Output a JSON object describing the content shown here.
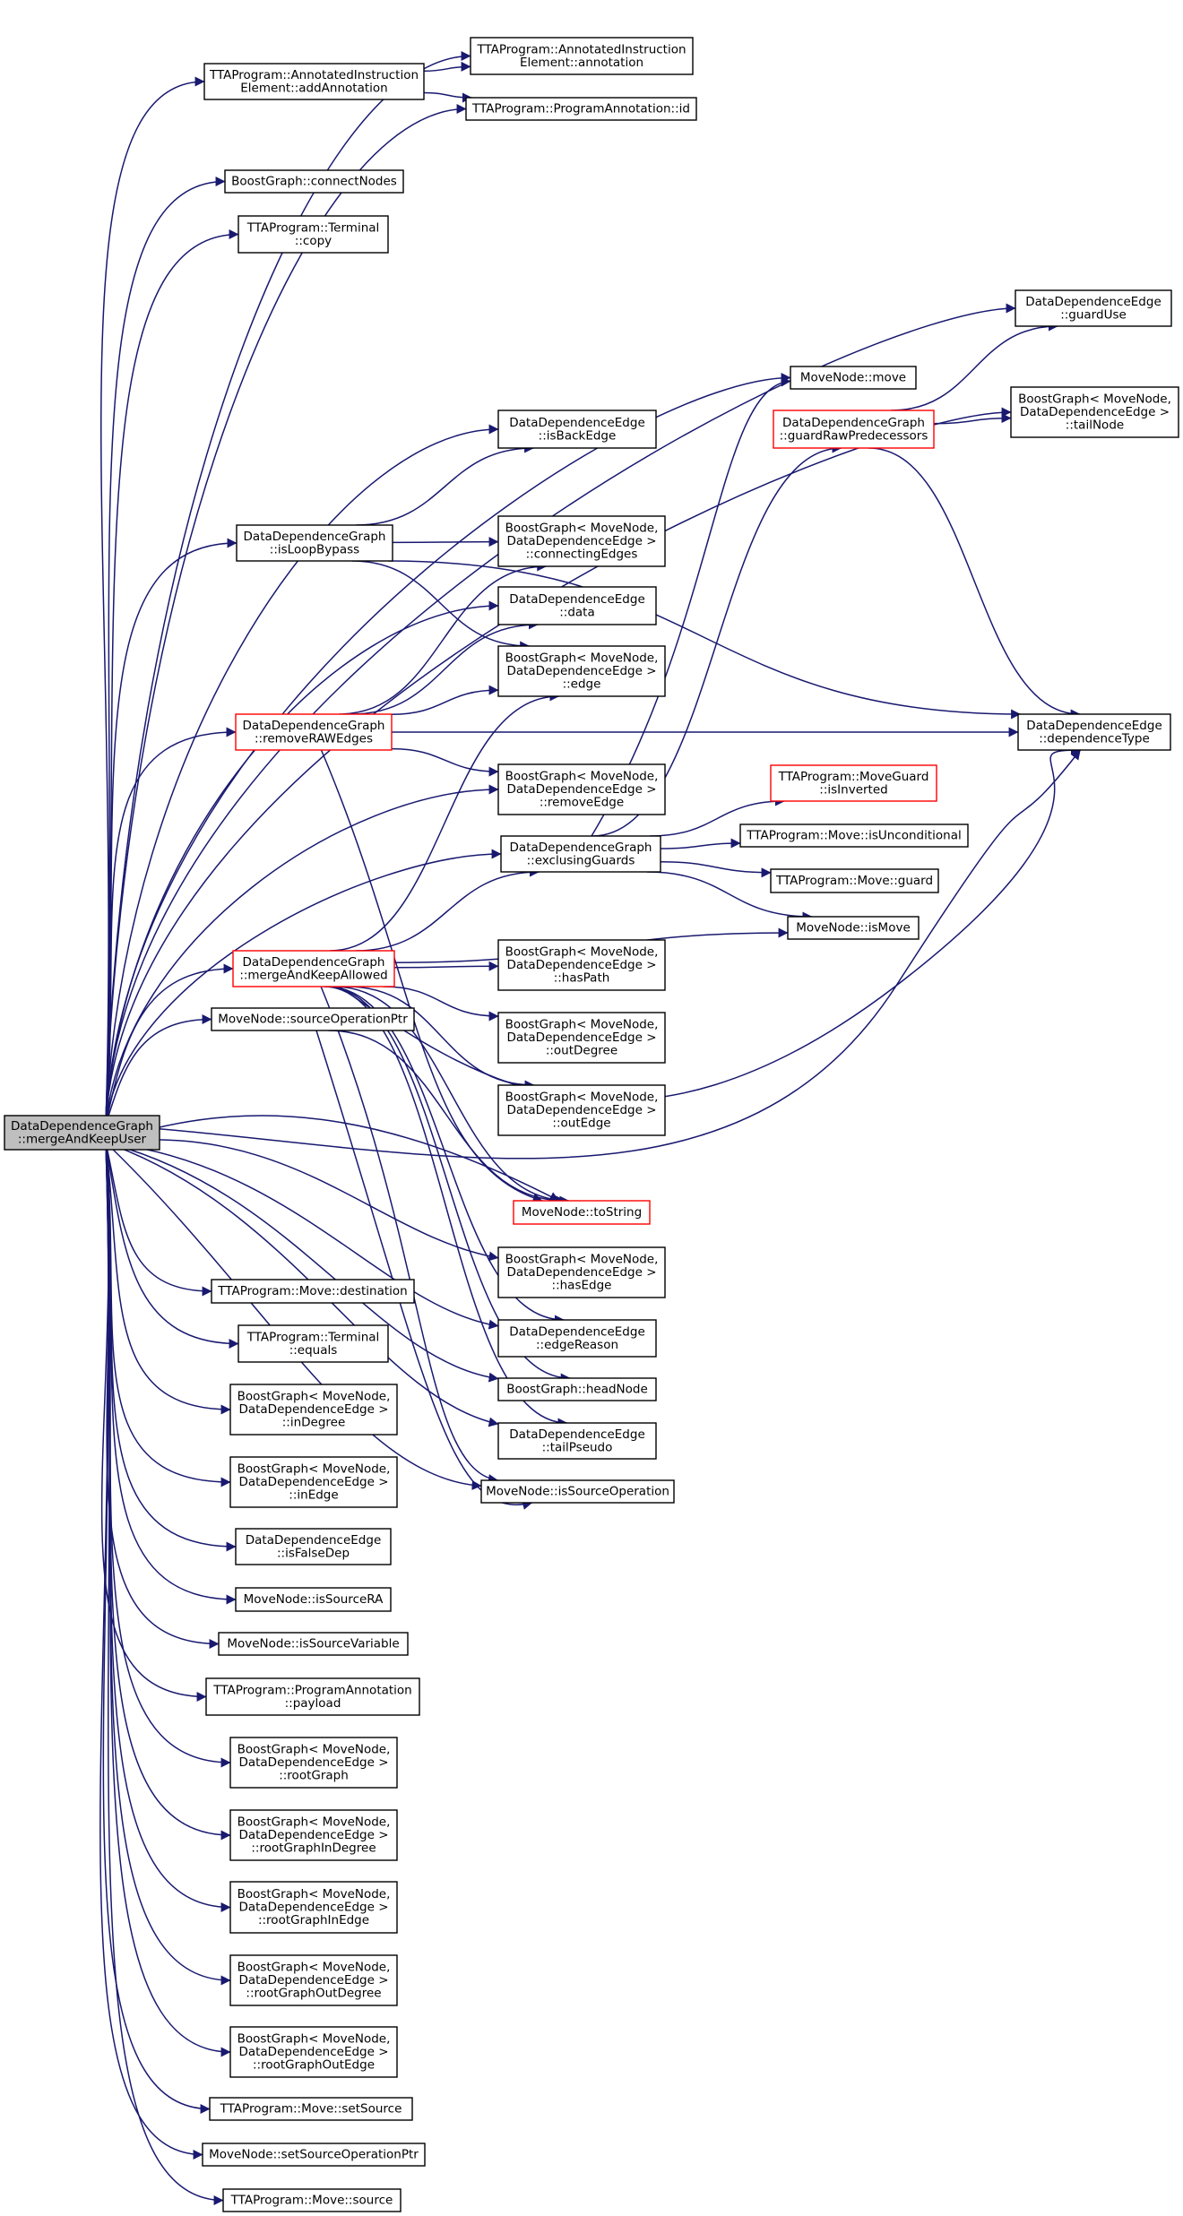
{
  "graph": {
    "root": "merge_keep_user",
    "colors": {
      "edge": "#191970",
      "highlight_border": "#ff0000",
      "root_fill": "#bfbfbf",
      "node_border": "#000000"
    },
    "nodes": [
      {
        "id": "merge_keep_user",
        "lines": [
          "DataDependenceGraph",
          "::mergeAndKeepUser"
        ],
        "style": "root"
      },
      {
        "id": "add_annotation",
        "lines": [
          "TTAProgram::AnnotatedInstruction",
          "Element::addAnnotation"
        ]
      },
      {
        "id": "annotation",
        "lines": [
          "TTAProgram::AnnotatedInstruction",
          "Element::annotation"
        ]
      },
      {
        "id": "annotation_id",
        "lines": [
          "TTAProgram::ProgramAnnotation::id"
        ]
      },
      {
        "id": "connect_nodes",
        "lines": [
          "BoostGraph::connectNodes"
        ]
      },
      {
        "id": "terminal_copy",
        "lines": [
          "TTAProgram::Terminal",
          "::copy"
        ]
      },
      {
        "id": "guard_use",
        "lines": [
          "DataDependenceEdge",
          "::guardUse"
        ]
      },
      {
        "id": "tail_node",
        "lines": [
          "BoostGraph< MoveNode,",
          "DataDependenceEdge >",
          "::tailNode"
        ]
      },
      {
        "id": "movenode_move",
        "lines": [
          "MoveNode::move"
        ]
      },
      {
        "id": "guard_raw_pred",
        "lines": [
          "DataDependenceGraph",
          "::guardRawPredecessors"
        ],
        "style": "red"
      },
      {
        "id": "is_back_edge",
        "lines": [
          "DataDependenceEdge",
          "::isBackEdge"
        ]
      },
      {
        "id": "is_loop_bypass",
        "lines": [
          "DataDependenceGraph",
          "::isLoopBypass"
        ]
      },
      {
        "id": "connecting_edges",
        "lines": [
          "BoostGraph< MoveNode,",
          "DataDependenceEdge >",
          "::connectingEdges"
        ]
      },
      {
        "id": "dde_data",
        "lines": [
          "DataDependenceEdge",
          "::data"
        ]
      },
      {
        "id": "bg_edge",
        "lines": [
          "BoostGraph< MoveNode,",
          "DataDependenceEdge >",
          "::edge"
        ]
      },
      {
        "id": "remove_raw_edges",
        "lines": [
          "DataDependenceGraph",
          "::removeRAWEdges"
        ],
        "style": "red"
      },
      {
        "id": "dependence_type",
        "lines": [
          "DataDependenceEdge",
          "::dependenceType"
        ]
      },
      {
        "id": "remove_edge",
        "lines": [
          "BoostGraph< MoveNode,",
          "DataDependenceEdge >",
          "::removeEdge"
        ]
      },
      {
        "id": "is_inverted",
        "lines": [
          "TTAProgram::MoveGuard",
          "::isInverted"
        ],
        "style": "red"
      },
      {
        "id": "exclusing_guards",
        "lines": [
          "DataDependenceGraph",
          "::exclusingGuards"
        ]
      },
      {
        "id": "is_unconditional",
        "lines": [
          "TTAProgram::Move::isUnconditional"
        ]
      },
      {
        "id": "move_guard",
        "lines": [
          "TTAProgram::Move::guard"
        ]
      },
      {
        "id": "merge_keep_allowed",
        "lines": [
          "DataDependenceGraph",
          "::mergeAndKeepAllowed"
        ],
        "style": "red"
      },
      {
        "id": "movenode_is_move",
        "lines": [
          "MoveNode::isMove"
        ]
      },
      {
        "id": "has_path",
        "lines": [
          "BoostGraph< MoveNode,",
          "DataDependenceEdge >",
          "::hasPath"
        ]
      },
      {
        "id": "source_op_ptr",
        "lines": [
          "MoveNode::sourceOperationPtr"
        ]
      },
      {
        "id": "out_degree",
        "lines": [
          "BoostGraph< MoveNode,",
          "DataDependenceEdge >",
          "::outDegree"
        ]
      },
      {
        "id": "out_edge",
        "lines": [
          "BoostGraph< MoveNode,",
          "DataDependenceEdge >",
          "::outEdge"
        ]
      },
      {
        "id": "to_string",
        "lines": [
          "MoveNode::toString"
        ],
        "style": "red"
      },
      {
        "id": "has_edge",
        "lines": [
          "BoostGraph< MoveNode,",
          "DataDependenceEdge >",
          "::hasEdge"
        ]
      },
      {
        "id": "move_destination",
        "lines": [
          "TTAProgram::Move::destination"
        ]
      },
      {
        "id": "edge_reason",
        "lines": [
          "DataDependenceEdge",
          "::edgeReason"
        ]
      },
      {
        "id": "terminal_equals",
        "lines": [
          "TTAProgram::Terminal",
          "::equals"
        ]
      },
      {
        "id": "head_node",
        "lines": [
          "BoostGraph::headNode"
        ]
      },
      {
        "id": "in_degree",
        "lines": [
          "BoostGraph< MoveNode,",
          "DataDependenceEdge >",
          "::inDegree"
        ]
      },
      {
        "id": "tail_pseudo",
        "lines": [
          "DataDependenceEdge",
          "::tailPseudo"
        ]
      },
      {
        "id": "is_source_operation",
        "lines": [
          "MoveNode::isSourceOperation"
        ]
      },
      {
        "id": "in_edge",
        "lines": [
          "BoostGraph< MoveNode,",
          "DataDependenceEdge >",
          "::inEdge"
        ]
      },
      {
        "id": "is_false_dep",
        "lines": [
          "DataDependenceEdge",
          "::isFalseDep"
        ]
      },
      {
        "id": "is_source_ra",
        "lines": [
          "MoveNode::isSourceRA"
        ]
      },
      {
        "id": "is_source_variable",
        "lines": [
          "MoveNode::isSourceVariable"
        ]
      },
      {
        "id": "annotation_payload",
        "lines": [
          "TTAProgram::ProgramAnnotation",
          "::payload"
        ]
      },
      {
        "id": "root_graph",
        "lines": [
          "BoostGraph< MoveNode,",
          "DataDependenceEdge >",
          "::rootGraph"
        ]
      },
      {
        "id": "root_graph_in_degree",
        "lines": [
          "BoostGraph< MoveNode,",
          "DataDependenceEdge >",
          "::rootGraphInDegree"
        ]
      },
      {
        "id": "root_graph_in_edge",
        "lines": [
          "BoostGraph< MoveNode,",
          "DataDependenceEdge >",
          "::rootGraphInEdge"
        ]
      },
      {
        "id": "root_graph_out_degree",
        "lines": [
          "BoostGraph< MoveNode,",
          "DataDependenceEdge >",
          "::rootGraphOutDegree"
        ]
      },
      {
        "id": "root_graph_out_edge",
        "lines": [
          "BoostGraph< MoveNode,",
          "DataDependenceEdge >",
          "::rootGraphOutEdge"
        ]
      },
      {
        "id": "move_set_source",
        "lines": [
          "TTAProgram::Move::setSource"
        ]
      },
      {
        "id": "set_source_op_ptr",
        "lines": [
          "MoveNode::setSourceOperationPtr"
        ]
      },
      {
        "id": "move_source",
        "lines": [
          "TTAProgram::Move::source"
        ]
      }
    ],
    "edges": [
      [
        "merge_keep_user",
        "add_annotation"
      ],
      [
        "merge_keep_user",
        "annotation"
      ],
      [
        "merge_keep_user",
        "annotation_id"
      ],
      [
        "merge_keep_user",
        "connect_nodes"
      ],
      [
        "merge_keep_user",
        "terminal_copy"
      ],
      [
        "merge_keep_user",
        "guard_use"
      ],
      [
        "merge_keep_user",
        "tail_node"
      ],
      [
        "merge_keep_user",
        "movenode_move"
      ],
      [
        "merge_keep_user",
        "is_back_edge"
      ],
      [
        "merge_keep_user",
        "is_loop_bypass"
      ],
      [
        "merge_keep_user",
        "dde_data"
      ],
      [
        "merge_keep_user",
        "remove_raw_edges"
      ],
      [
        "merge_keep_user",
        "remove_edge"
      ],
      [
        "merge_keep_user",
        "exclusing_guards"
      ],
      [
        "merge_keep_user",
        "merge_keep_allowed"
      ],
      [
        "merge_keep_user",
        "source_op_ptr"
      ],
      [
        "merge_keep_user",
        "to_string"
      ],
      [
        "merge_keep_user",
        "has_edge"
      ],
      [
        "merge_keep_user",
        "move_destination"
      ],
      [
        "merge_keep_user",
        "edge_reason"
      ],
      [
        "merge_keep_user",
        "terminal_equals"
      ],
      [
        "merge_keep_user",
        "head_node"
      ],
      [
        "merge_keep_user",
        "in_degree"
      ],
      [
        "merge_keep_user",
        "tail_pseudo"
      ],
      [
        "merge_keep_user",
        "is_source_operation"
      ],
      [
        "merge_keep_user",
        "in_edge"
      ],
      [
        "merge_keep_user",
        "is_false_dep"
      ],
      [
        "merge_keep_user",
        "is_source_ra"
      ],
      [
        "merge_keep_user",
        "is_source_variable"
      ],
      [
        "merge_keep_user",
        "annotation_payload"
      ],
      [
        "merge_keep_user",
        "root_graph"
      ],
      [
        "merge_keep_user",
        "root_graph_in_degree"
      ],
      [
        "merge_keep_user",
        "root_graph_in_edge"
      ],
      [
        "merge_keep_user",
        "root_graph_out_degree"
      ],
      [
        "merge_keep_user",
        "root_graph_out_edge"
      ],
      [
        "merge_keep_user",
        "move_set_source"
      ],
      [
        "merge_keep_user",
        "set_source_op_ptr"
      ],
      [
        "merge_keep_user",
        "move_source"
      ],
      [
        "merge_keep_user",
        "dependence_type"
      ],
      [
        "add_annotation",
        "annotation"
      ],
      [
        "add_annotation",
        "annotation_id"
      ],
      [
        "guard_raw_pred",
        "guard_use"
      ],
      [
        "guard_raw_pred",
        "tail_node"
      ],
      [
        "guard_raw_pred",
        "dependence_type"
      ],
      [
        "is_loop_bypass",
        "is_back_edge"
      ],
      [
        "is_loop_bypass",
        "connecting_edges"
      ],
      [
        "is_loop_bypass",
        "bg_edge"
      ],
      [
        "is_loop_bypass",
        "dependence_type"
      ],
      [
        "remove_raw_edges",
        "connecting_edges"
      ],
      [
        "remove_raw_edges",
        "dde_data"
      ],
      [
        "remove_raw_edges",
        "bg_edge"
      ],
      [
        "remove_raw_edges",
        "dependence_type"
      ],
      [
        "remove_raw_edges",
        "remove_edge"
      ],
      [
        "remove_raw_edges",
        "to_string"
      ],
      [
        "exclusing_guards",
        "movenode_move"
      ],
      [
        "exclusing_guards",
        "guard_raw_pred"
      ],
      [
        "exclusing_guards",
        "is_inverted"
      ],
      [
        "exclusing_guards",
        "is_unconditional"
      ],
      [
        "exclusing_guards",
        "move_guard"
      ],
      [
        "exclusing_guards",
        "movenode_is_move"
      ],
      [
        "merge_keep_allowed",
        "bg_edge"
      ],
      [
        "merge_keep_allowed",
        "exclusing_guards"
      ],
      [
        "merge_keep_allowed",
        "movenode_is_move"
      ],
      [
        "merge_keep_allowed",
        "has_path"
      ],
      [
        "merge_keep_allowed",
        "out_degree"
      ],
      [
        "merge_keep_allowed",
        "out_edge"
      ],
      [
        "merge_keep_allowed",
        "dependence_type"
      ],
      [
        "merge_keep_allowed",
        "to_string"
      ],
      [
        "merge_keep_allowed",
        "edge_reason"
      ],
      [
        "merge_keep_allowed",
        "head_node"
      ],
      [
        "merge_keep_allowed",
        "tail_pseudo"
      ],
      [
        "merge_keep_allowed",
        "is_source_operation"
      ],
      [
        "source_op_ptr",
        "to_string"
      ],
      [
        "source_op_ptr",
        "is_source_operation"
      ]
    ]
  }
}
